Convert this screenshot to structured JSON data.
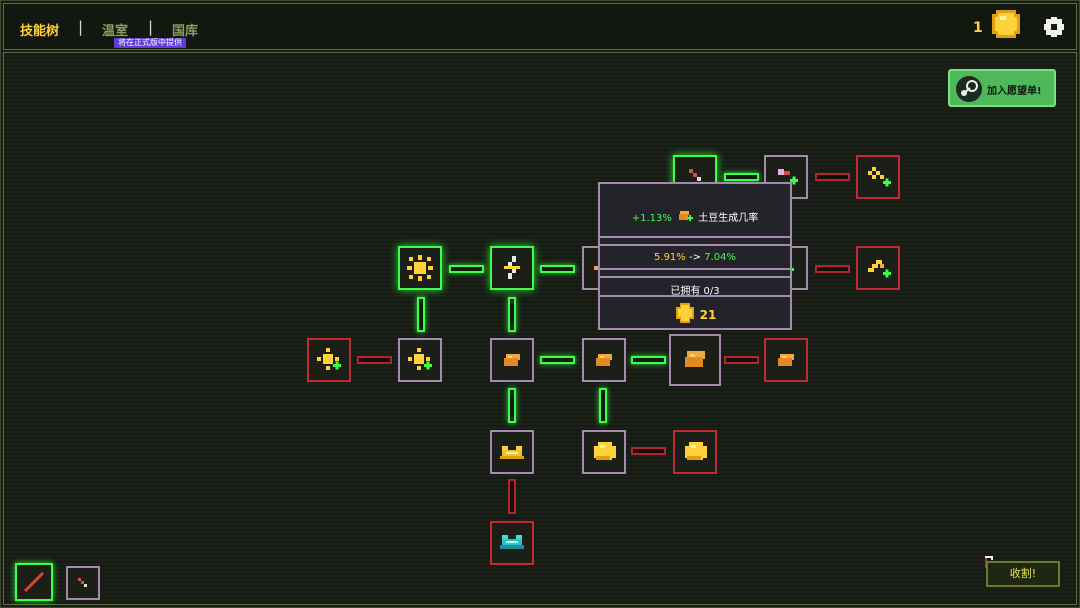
{
  "tabs": [
    {
      "label": "技能树",
      "color": "#ffd23a"
    },
    {
      "label": "温室",
      "color": "#8a9f60"
    },
    {
      "label": "国库",
      "color": "#8a9f60"
    }
  ],
  "separator": "|",
  "badge": "将在正式版中提供",
  "coins": {
    "count": "1",
    "color": "#ffd23a"
  },
  "wishlist": {
    "label": "加入愿望单!"
  },
  "tooltip": {
    "bonus_value": "+1.13%",
    "bonus_label": "土豆生成几率",
    "stat_from": "5.91%",
    "stat_arrow": "->",
    "stat_to": "7.04%",
    "owned": "已拥有 0/3",
    "cost": "21"
  },
  "harvest": {
    "label": "收割!"
  },
  "colors": {
    "unlocked": "#3cff4a",
    "available": "#a58ab0",
    "locked": "#c22a32",
    "gold": "#ffd23a",
    "potato": "#f0a93a"
  },
  "icons": {
    "nodes": [
      "sun-icon",
      "sun-plus-icon",
      "lightning-icon",
      "potato-icon",
      "golden-potato-icon",
      "frog-icon",
      "crystal-frog-icon",
      "carrot-icon",
      "sparkle-icon",
      "arrow-up-plus-icon"
    ],
    "toolbar": [
      "settings-gear-icon",
      "steam-logo-icon",
      "gold-coin-icon",
      "scythe-tool-icon",
      "sickle-tool-icon"
    ]
  }
}
